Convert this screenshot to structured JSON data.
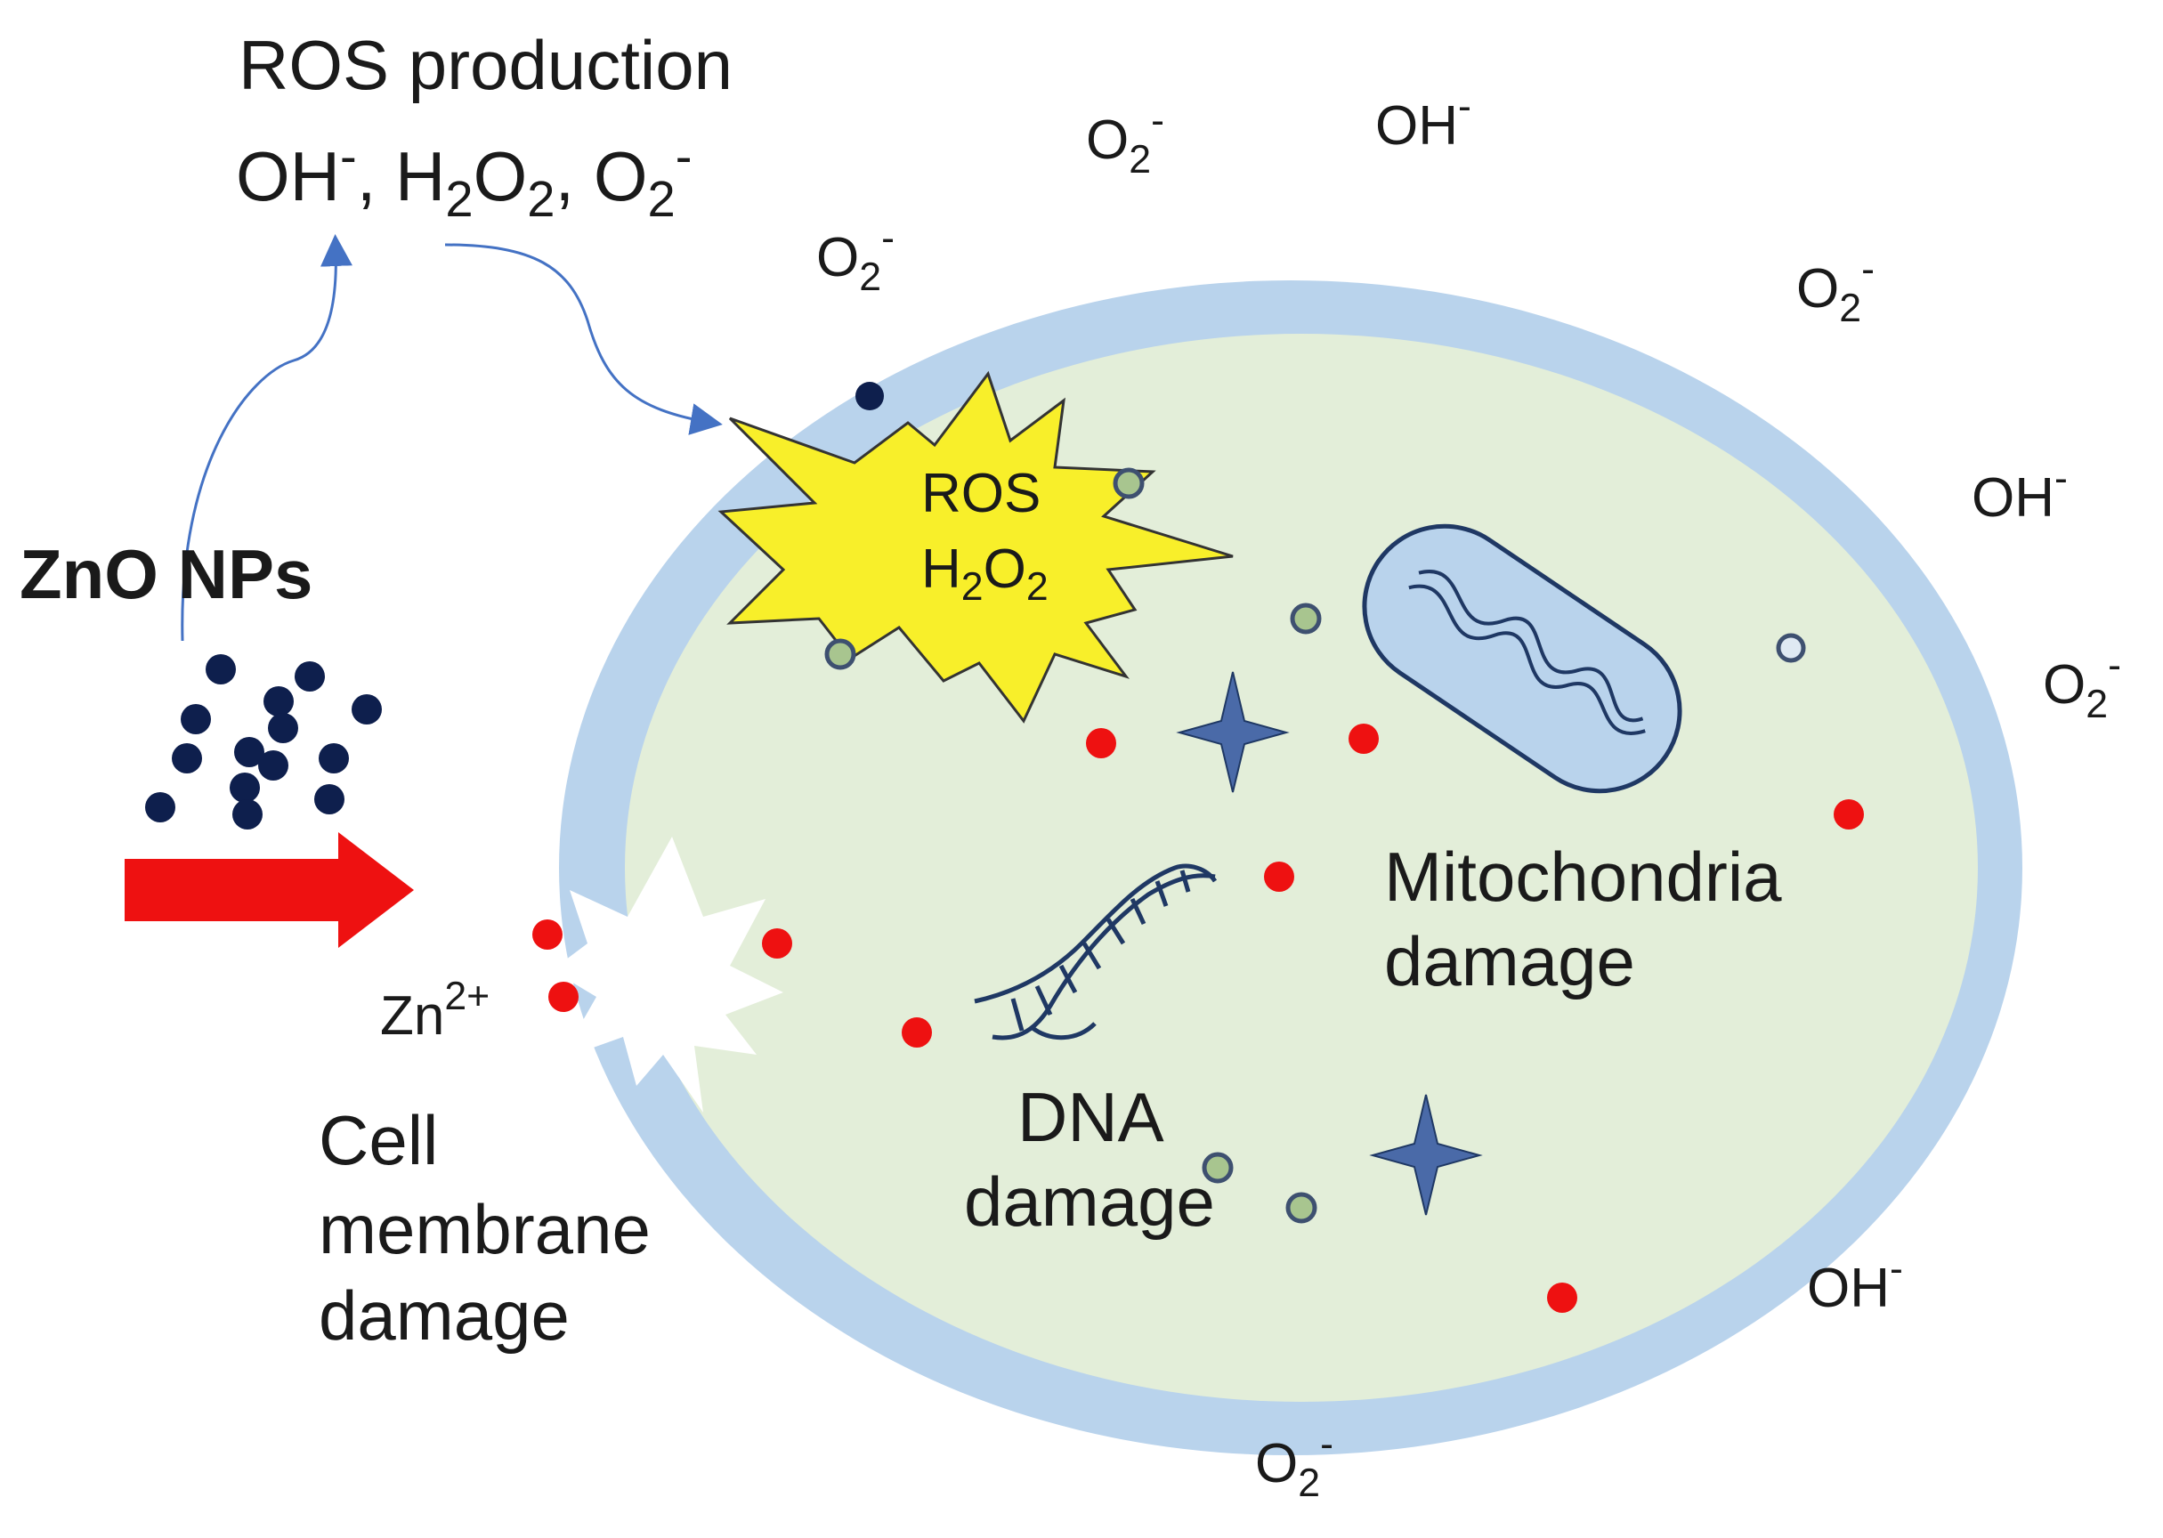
{
  "labels": {
    "ros_production": "ROS production",
    "ros_species_oh": "OH",
    "ros_species_h": ", H",
    "ros_species_2a": "2",
    "ros_species_o": "O",
    "ros_species_2b": "2",
    "ros_species_comma": ", O",
    "ros_species_2c": "2",
    "zno_nps": "ZnO NPs",
    "zn_ion": "Zn",
    "zn_charge": "2+",
    "cell_membrane_line1": "Cell",
    "cell_membrane_line2": "membrane",
    "cell_membrane_line3": "damage",
    "mito_line1": "Mitochondria",
    "mito_line2": "damage",
    "dna_line1": "DNA",
    "dna_line2": "damage",
    "burst_line1": "ROS",
    "burst_h": "H",
    "burst_2a": "2",
    "burst_o": "O",
    "burst_2b": "2"
  },
  "ions": {
    "o2": "O",
    "o2_sub": "2",
    "minus": "-",
    "oh": "OH"
  },
  "colors": {
    "membrane": "#b9d3ec",
    "cytoplasm": "#e3eed9",
    "burst": "#f8ef2a",
    "zn_dot": "#ee1111",
    "nanoparticle": "#0e1f4d",
    "ros_dot_fill": "#a8c58f",
    "ros_dot_stroke": "#3e5070",
    "mito_fill": "#b9d3ec",
    "arrow_blue": "#4472c4",
    "big_arrow": "#ee1111",
    "sparkle": "#4a6aa8"
  }
}
